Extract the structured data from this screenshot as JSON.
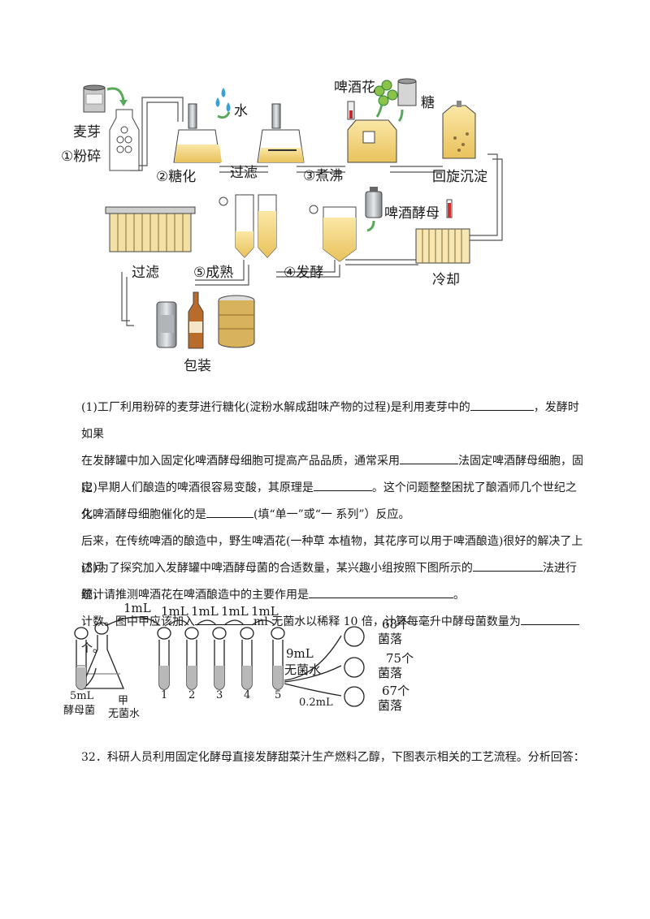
{
  "process_diagram": {
    "labels": {
      "malt": "麦芽",
      "crush": "①粉碎",
      "saccharify": "②糖化",
      "water": "水",
      "filter1": "过滤",
      "boil": "③煮沸",
      "hops": "啤酒花",
      "sugar": "糖",
      "whirlpool": "回旋沉淀",
      "yeast": "啤酒酵母",
      "cooling": "冷却",
      "ferment": "④发酵",
      "mature": "⑤成熟",
      "filter2": "过滤",
      "package": "包装"
    }
  },
  "q1": {
    "a": "(1)工厂利用粉碎的麦芽进行糖化(淀粉水解成甜味产物的过程)是利用麦芽中的",
    "b": "，发酵时如果",
    "c": "在发酵罐中加入固定化啤酒酵母细胞可提高产品品质，通常采用",
    "d": "法固定啤酒酵母细胞，固定",
    "e": "化啤酒酵母细胞催化的是",
    "f": "(填“单一”或“一 系列”）反应。"
  },
  "q2": {
    "a": "(2)早期人们酿造的啤酒很容易变酸，其原理是",
    "b": "。这个问题整整困扰了酿酒师几个世纪之久。",
    "c": "后来，在传统啤酒的酿造中，野生啤酒花(一种草 本植物，其花序可以用于啤酒酿造)很好的解决了上述问",
    "d": "题，请推测啤酒花在啤酒酿造中的主要作用是",
    "e": "。"
  },
  "q3": {
    "a": "(3)为了探究加入发酵罐中啤酒酵母菌的合适数量，某兴趣小组按照下图所示的",
    "b": "法进行统计",
    "c": "计数。图中甲应该加入",
    "d": "ml  无菌水以稀释 10 倍，计算每毫升中酵母菌数量为",
    "e": "个。"
  },
  "dilution_diagram": {
    "transfer_first": "1mL",
    "transfer_others": [
      "1mL",
      "1mL",
      "1mL",
      "1mL"
    ],
    "start_volume": "5mL",
    "start_name": "酵母菌",
    "flask_name": "甲",
    "flask_content": "无菌水",
    "tube_numbers": [
      "1",
      "2",
      "3",
      "4",
      "5"
    ],
    "added_volume": "9mL",
    "added_content": "无菌水",
    "plating_volume": "0.2mL",
    "colony_counts": [
      "68个",
      "75个",
      "67个"
    ],
    "colony_word": "菌落"
  },
  "q32": {
    "text": "32．科研人员利用固定化酵母直接发酵甜菜汁生产燃料乙醇，下图表示相关的工艺流程。分析回答："
  }
}
